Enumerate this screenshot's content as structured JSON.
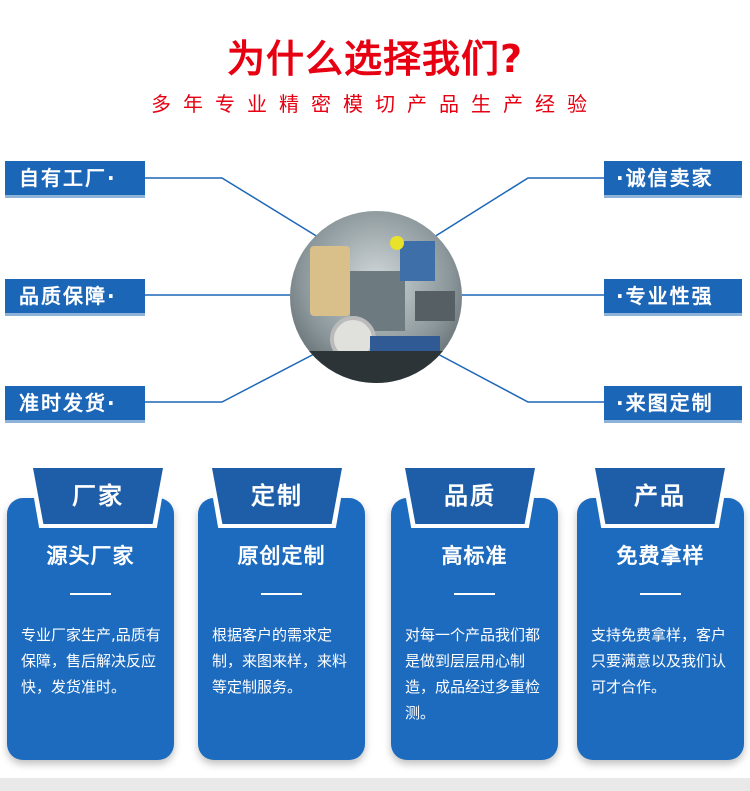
{
  "header": {
    "title": "为什么选择我们?",
    "subtitle": "多年专业精密模切产品生产经验"
  },
  "features_left": [
    "自有工厂·",
    "品质保障·",
    "准时发货·"
  ],
  "features_right": [
    "·诚信卖家",
    "·专业性强",
    "·来图定制"
  ],
  "cards": [
    {
      "tag": "厂家",
      "heading": "源头厂家",
      "body": "专业厂家生产,品质有保障，售后解决反应快，发货准时。"
    },
    {
      "tag": "定制",
      "heading": "原创定制",
      "body": "根据客户的需求定制，来图来样，来料等定制服务。"
    },
    {
      "tag": "品质",
      "heading": "高标准",
      "body": "对每一个产品我们都是做到层层用心制造，成品经过多重检测。"
    },
    {
      "tag": "产品",
      "heading": "免费拿样",
      "body": "支持免费拿样，客户只要满意以及我们认可才合作。"
    }
  ],
  "colors": {
    "title_red": "#e60012",
    "primary_blue": "#1c66b8"
  }
}
